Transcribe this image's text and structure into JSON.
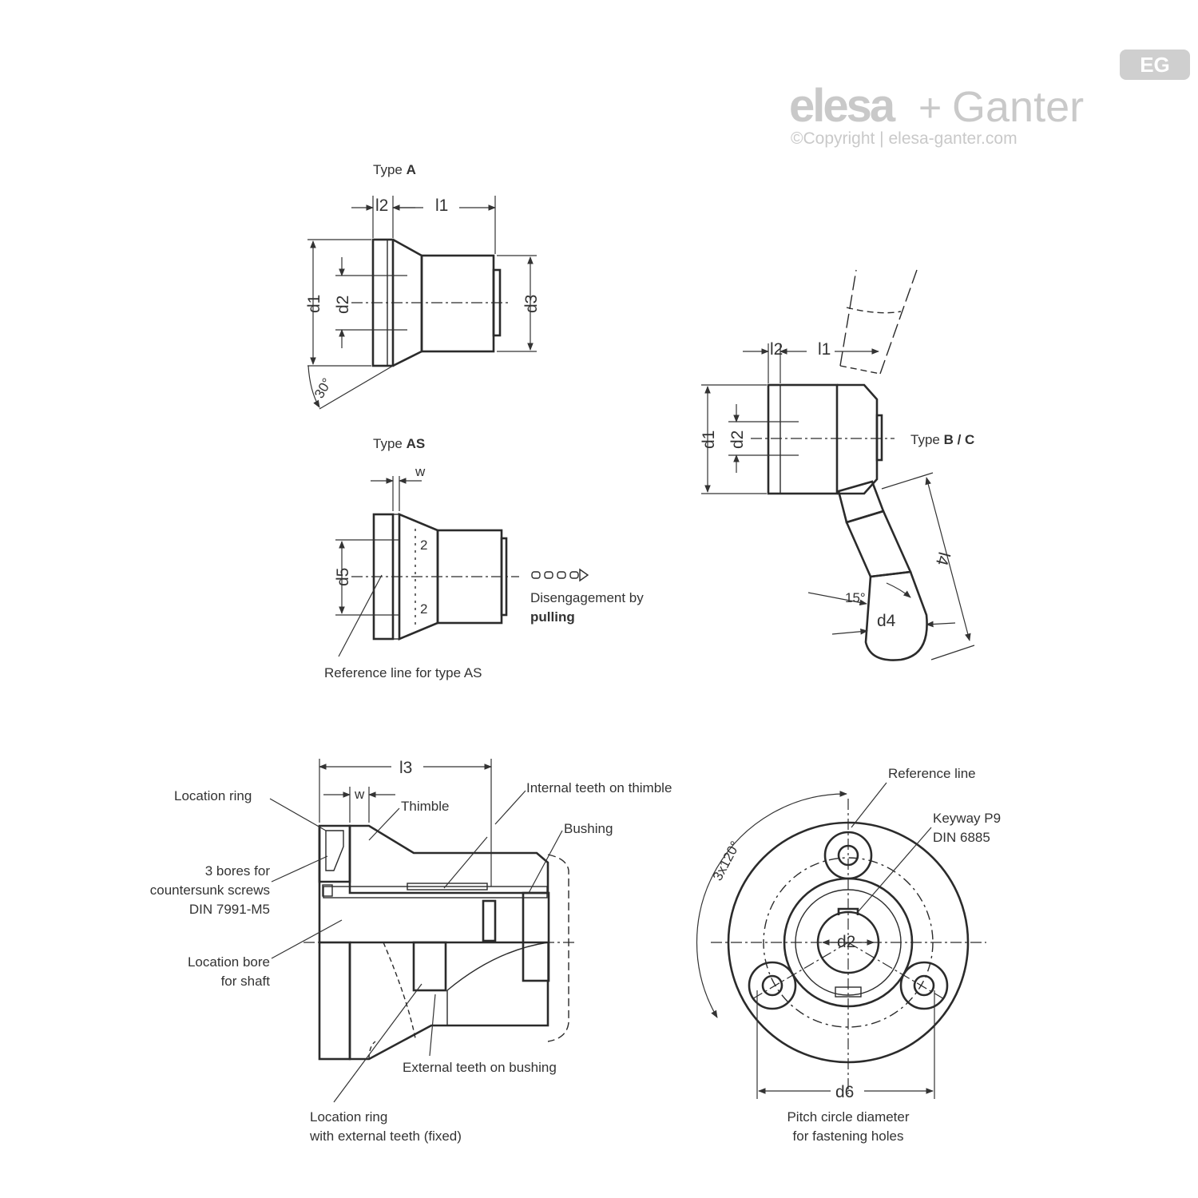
{
  "logo": {
    "brand_left": "elesa",
    "plus": "+",
    "brand_right": "Ganter",
    "badge": "EG",
    "copyright": "©Copyright | elesa-ganter.com"
  },
  "type_a": {
    "label": "Type ",
    "bold": "A",
    "l2": "l2",
    "l1": "l1",
    "d1": "d1",
    "d2": "d2",
    "d3": "d3",
    "angle": "30°"
  },
  "type_as": {
    "label": "Type ",
    "bold": "AS",
    "w": "w",
    "d5": "d5",
    "scale_top": "2",
    "scale_bottom": "2",
    "disengage_1": "Disengagement by",
    "disengage_2": "pulling",
    "reference": "Reference line for type AS"
  },
  "type_bc": {
    "label": "Type ",
    "bold": "B / C",
    "l2": "l2",
    "l1": "l1",
    "d1": "d1",
    "d2": "d2",
    "l4": "l4",
    "angle": "15°",
    "d4": "d4"
  },
  "section": {
    "l3": "l3",
    "w": "w",
    "location_ring": "Location ring",
    "thimble": "Thimble",
    "internal_teeth": "Internal teeth on thimble",
    "bushing": "Bushing",
    "bores_1": "3 bores for",
    "bores_2": "countersunk screws",
    "bores_3": "DIN 7991-M5",
    "bore_shaft_1": "Location bore",
    "bore_shaft_2": "for shaft",
    "external_teeth": "External teeth on bushing",
    "ring_teeth_1": "Location ring",
    "ring_teeth_2": "with external teeth (fixed)"
  },
  "front": {
    "reference": "Reference line",
    "keyway_1": "Keyway P9",
    "keyway_2": "DIN 6885",
    "angle": "3x120°",
    "d2": "d2",
    "d6": "d6",
    "pitch_1": "Pitch circle diameter",
    "pitch_2": "for fastening holes"
  }
}
